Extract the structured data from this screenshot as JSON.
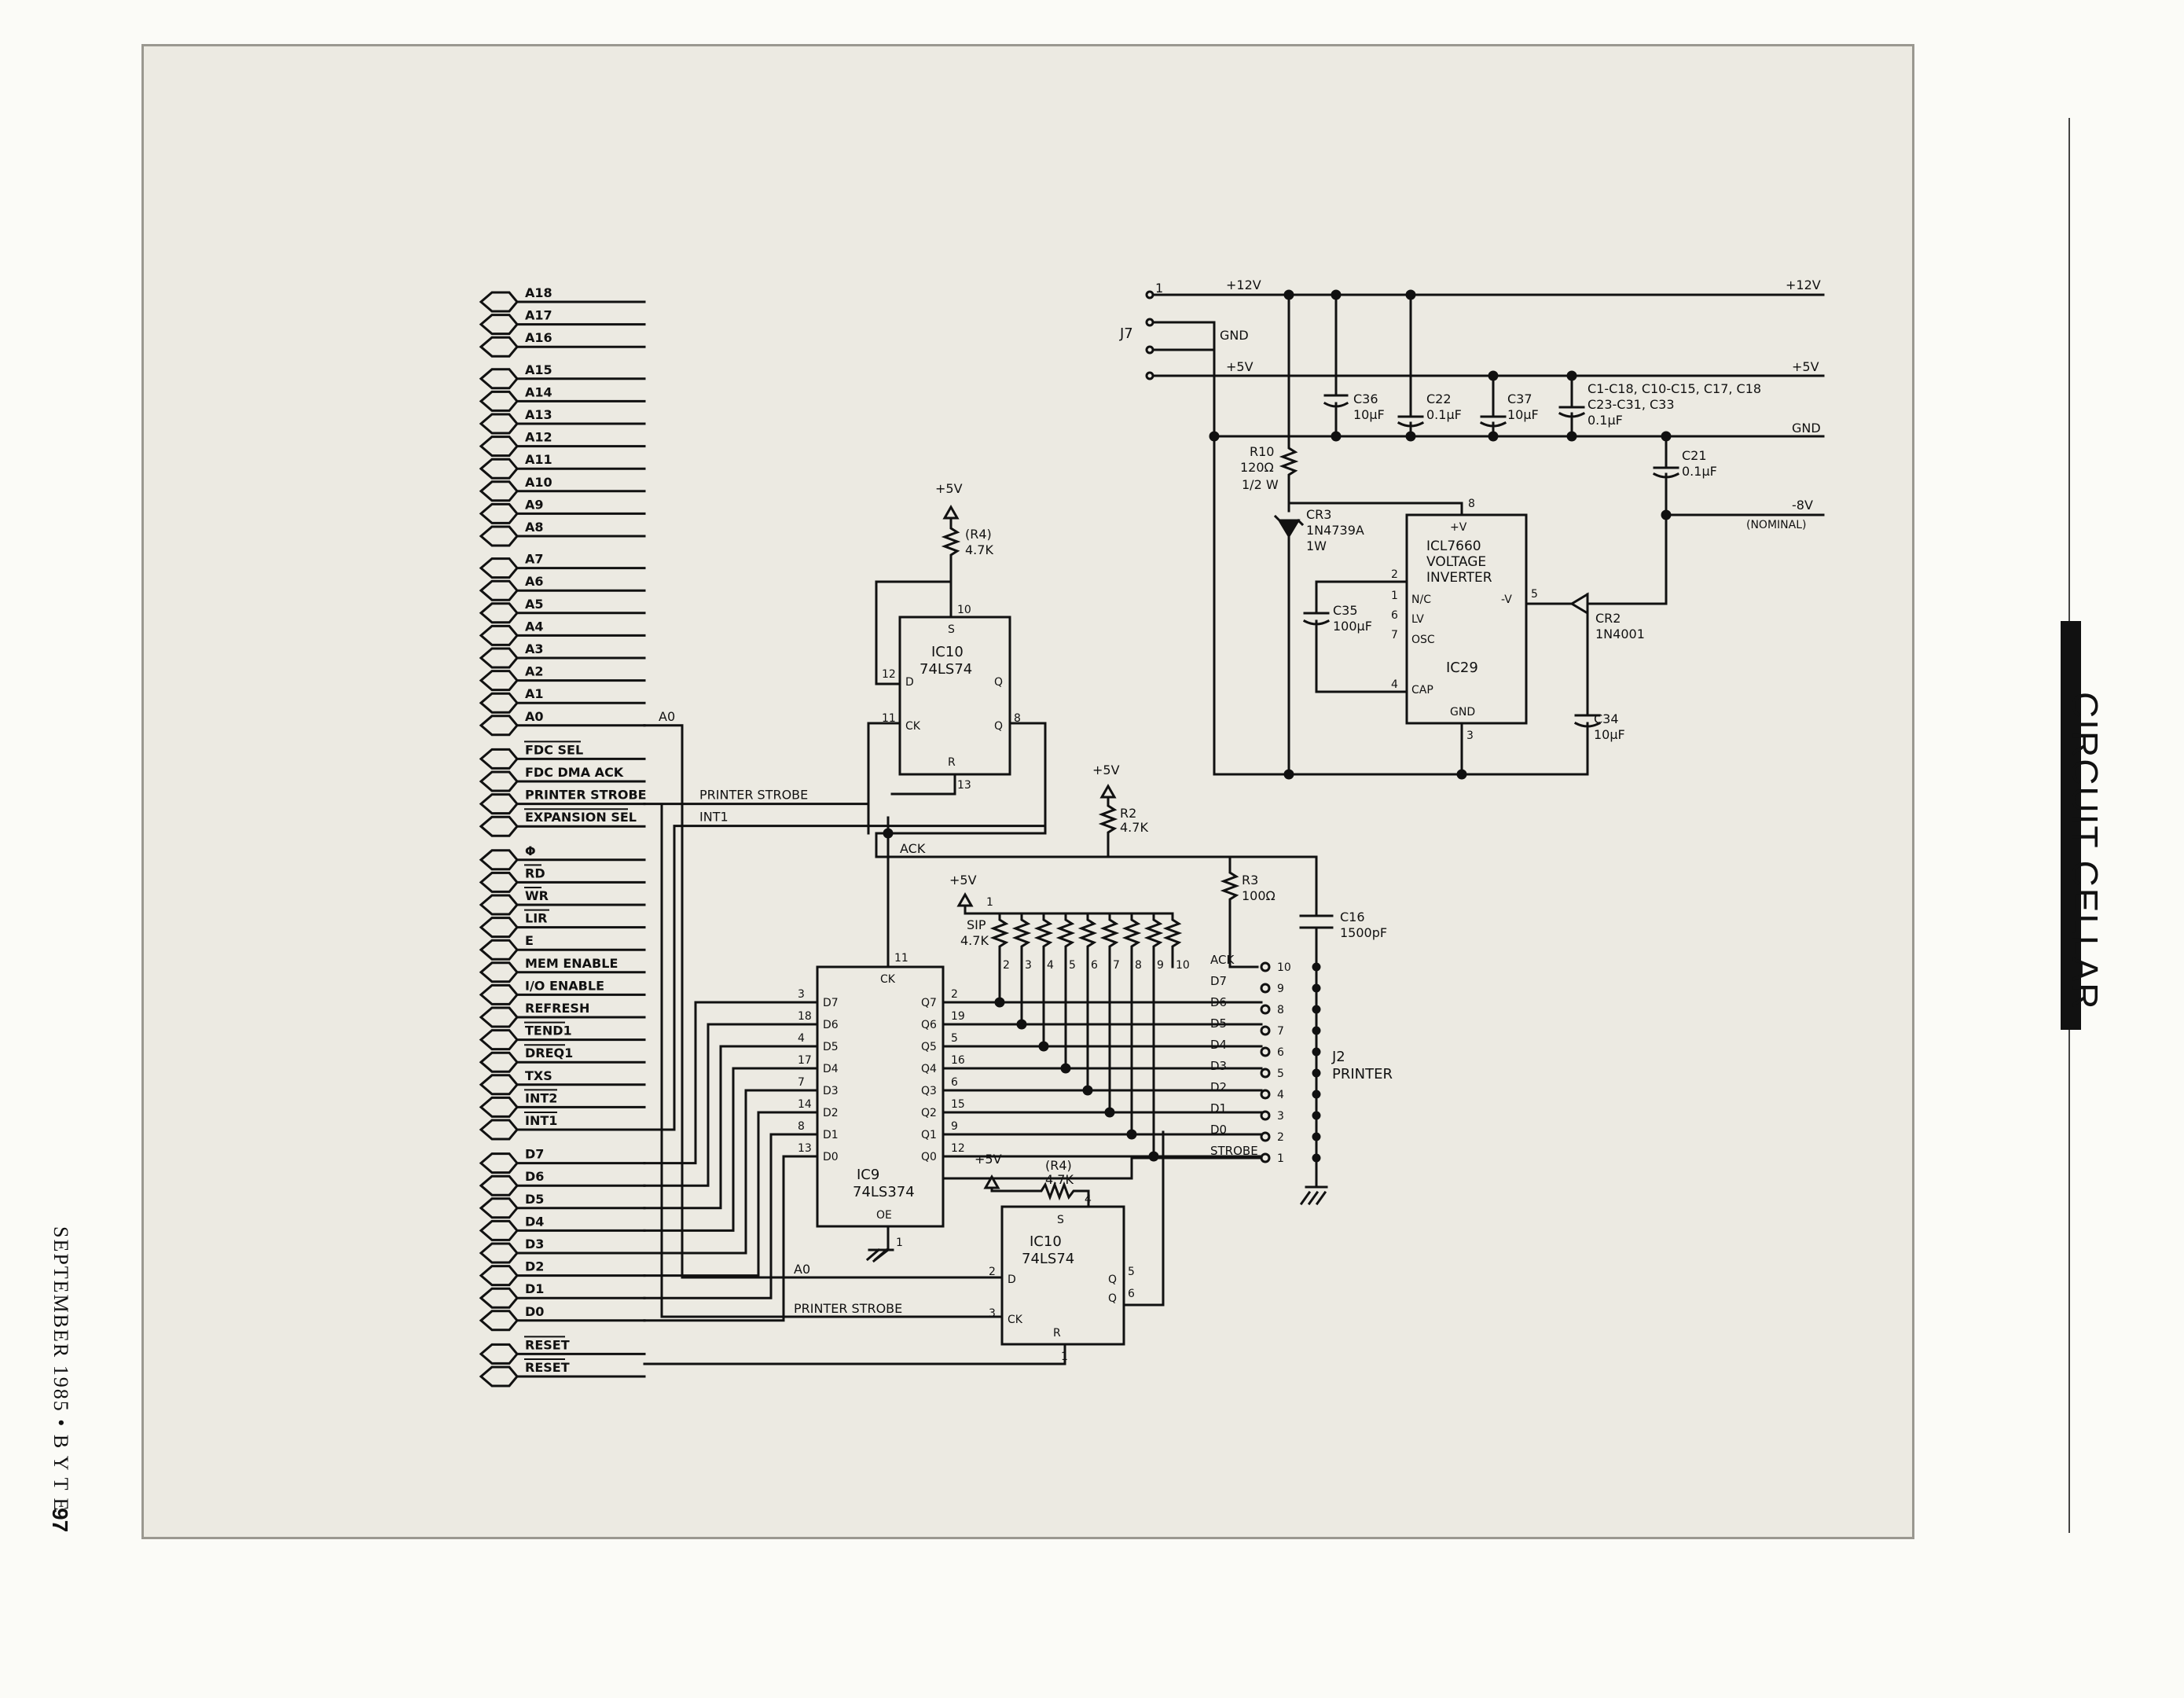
{
  "page": {
    "section_title": "CIRCUIT CELLAR",
    "footer_left": "SEPTEMBER 1985 • B Y T E",
    "page_number": "97"
  },
  "schematic": {
    "bus_signals": [
      "A18",
      "A17",
      "A16",
      "A15",
      "A14",
      "A13",
      "A12",
      "A11",
      "A10",
      "A9",
      "A8",
      "A7",
      "A6",
      "A5",
      "A4",
      "A3",
      "A2",
      "A1",
      "A0",
      "FDC SEL",
      "FDC DMA ACK",
      "PRINTER STROBE",
      "EXPANSION SEL",
      "Φ",
      "RD",
      "WR",
      "LIR",
      "E",
      "MEM ENABLE",
      "I/O ENABLE",
      "REFRESH",
      "TEND1",
      "DREQ1",
      "TXS",
      "INT2",
      "INT1",
      "D7",
      "D6",
      "D5",
      "D4",
      "D3",
      "D2",
      "D1",
      "D0",
      "RESET",
      "RESET"
    ],
    "net_labels": {
      "a0": "A0",
      "printer_strobe": "PRINTER STROBE",
      "int1": "INT1",
      "ack": "ACK",
      "plus5": "+5V",
      "plus12": "+12V",
      "gnd": "GND",
      "minus8": "-8V",
      "nominal": "(NOMINAL)"
    },
    "ic10a": {
      "name": "IC10",
      "part": "74LS74",
      "pins": {
        "s": "S",
        "d": "D",
        "q": "Q",
        "ck": "CK",
        "qbar": "Q",
        "r": "R",
        "p10": "10",
        "p12": "12",
        "p11": "11",
        "p8": "8",
        "p13": "13"
      }
    },
    "ic10b": {
      "name": "IC10",
      "part": "74LS74",
      "pins": {
        "s": "S",
        "d": "D",
        "q": "Q",
        "ck": "CK",
        "qbar": "Q",
        "r": "R",
        "p4": "4",
        "p2": "2",
        "p3": "3",
        "p5": "5",
        "p6": "6",
        "p1": "1"
      }
    },
    "ic9": {
      "name": "IC9",
      "part": "74LS374",
      "ck": "CK",
      "oe": "OE",
      "inputs": [
        "D7",
        "D6",
        "D5",
        "D4",
        "D3",
        "D2",
        "D1",
        "D0"
      ],
      "input_pins": [
        "3",
        "18",
        "4",
        "17",
        "7",
        "14",
        "8",
        "13"
      ],
      "outputs": [
        "Q7",
        "Q6",
        "Q5",
        "Q4",
        "Q3",
        "Q2",
        "Q1",
        "Q0"
      ],
      "output_pins": [
        "2",
        "19",
        "5",
        "16",
        "6",
        "15",
        "9",
        "12"
      ],
      "pin11": "11",
      "pin1": "1"
    },
    "ic29": {
      "name": "IC29",
      "lines": [
        "ICL7660",
        "VOLTAGE",
        "INVERTER"
      ],
      "plus_v": "+V",
      "minus_v": "-V",
      "nc": "N/C",
      "lv": "LV",
      "osc": "OSC",
      "cap": "CAP",
      "gnd": "GND",
      "pins": [
        "8",
        "2",
        "1",
        "6",
        "7",
        "4",
        "5",
        "3"
      ]
    },
    "r4a": {
      "ref": "(R4)",
      "value": "4.7K"
    },
    "r4b": {
      "ref": "(R4)",
      "value": "4.7K"
    },
    "r2": {
      "ref": "R2",
      "value": "4.7K"
    },
    "r3": {
      "ref": "R3",
      "value": "100Ω"
    },
    "sip": {
      "ref": "SIP",
      "value": "4.7K",
      "pins": [
        "1",
        "2",
        "3",
        "4",
        "5",
        "6",
        "7",
        "8",
        "9",
        "10"
      ]
    },
    "c16": {
      "ref": "C16",
      "value": "1500pF"
    },
    "r10": {
      "ref": "R10",
      "value": "120Ω",
      "power": "1/2 W"
    },
    "cr3": {
      "ref": "CR3",
      "part": "1N4739A",
      "power": "1W"
    },
    "c35": {
      "ref": "C35",
      "value": "100μF"
    },
    "c36": {
      "ref": "C36",
      "value": "10μF"
    },
    "c22": {
      "ref": "C22",
      "value": "0.1μF"
    },
    "c37": {
      "ref": "C37",
      "value": "10μF"
    },
    "c21": {
      "ref": "C21",
      "value": "0.1μF"
    },
    "c34": {
      "ref": "C34",
      "value": "10μF"
    },
    "cr2": {
      "ref": "CR2",
      "part": "1N4001"
    },
    "bypass_caps": {
      "line1": "C1-C18, C10-C15, C17, C18",
      "line2": "C23-C31, C33",
      "line3": "0.1μF"
    },
    "j7": {
      "ref": "J7",
      "pin1": "1"
    },
    "j2": {
      "ref": "J2",
      "name": "PRINTER",
      "signals": [
        "ACK",
        "D7",
        "D6",
        "D5",
        "D4",
        "D3",
        "D2",
        "D1",
        "D0",
        "STROBE"
      ],
      "pins": [
        "10",
        "9",
        "8",
        "7",
        "6",
        "5",
        "4",
        "3",
        "2",
        "1"
      ]
    }
  }
}
